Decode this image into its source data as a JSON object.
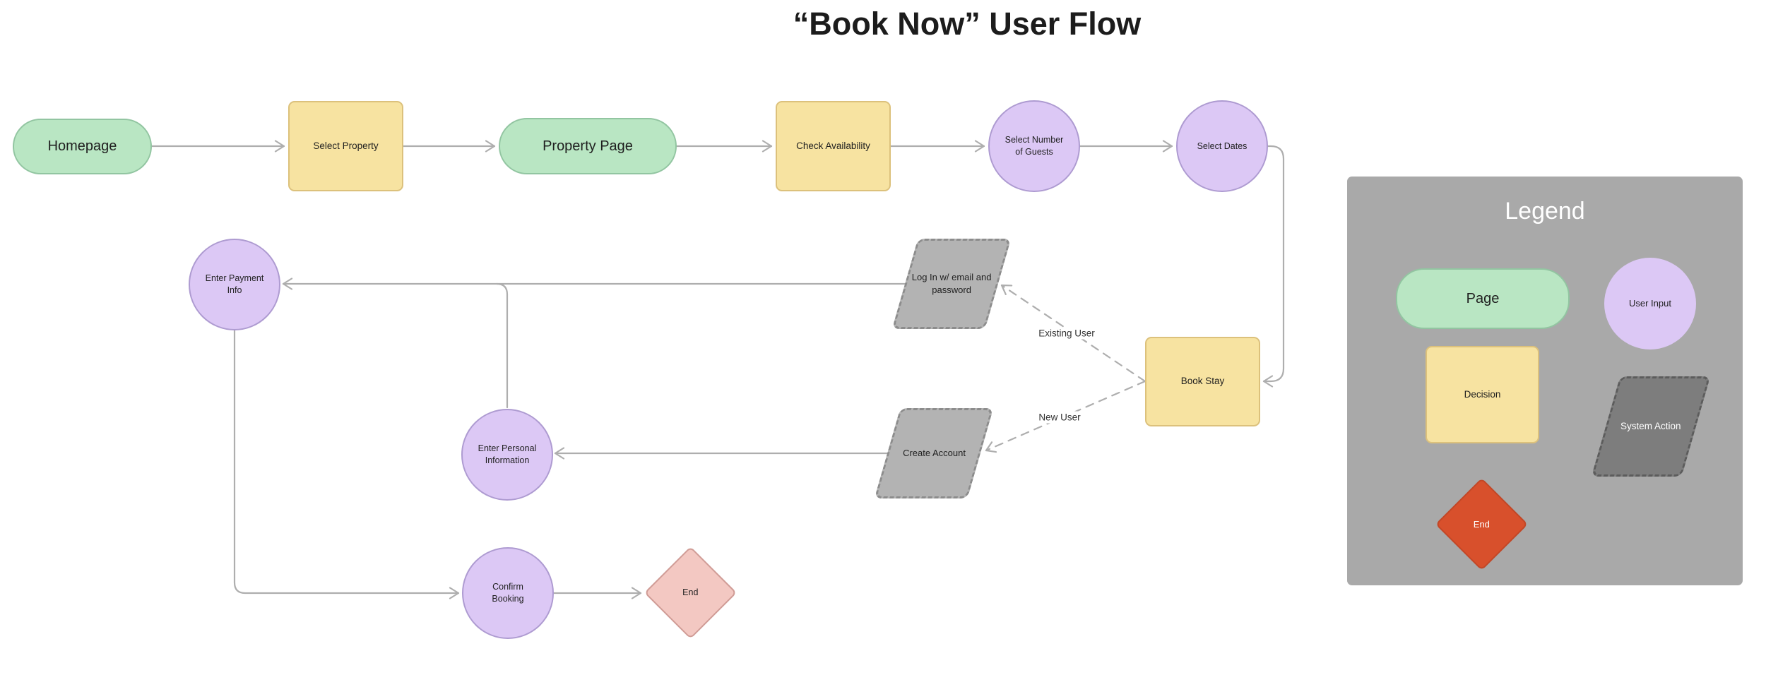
{
  "title": "“Book Now” User Flow",
  "nodes": {
    "homepage": {
      "label": "Homepage",
      "type": "page"
    },
    "select_property": {
      "label": "Select Property",
      "type": "decision"
    },
    "property_page": {
      "label": "Property Page",
      "type": "page"
    },
    "check_availability": {
      "label": "Check Availability",
      "type": "decision"
    },
    "select_guests": {
      "label": "Select Number of Guests",
      "type": "user-input"
    },
    "select_dates": {
      "label": "Select Dates",
      "type": "user-input"
    },
    "book_stay": {
      "label": "Book Stay",
      "type": "decision"
    },
    "log_in": {
      "label": "Log In w/ email and password",
      "type": "system-action"
    },
    "create_account": {
      "label": "Create Account",
      "type": "system-action"
    },
    "enter_payment": {
      "label": "Enter Payment Info",
      "type": "user-input"
    },
    "enter_personal": {
      "label": "Enter Personal Information",
      "type": "user-input"
    },
    "confirm_booking": {
      "label": "Confirm Booking",
      "type": "user-input"
    },
    "end": {
      "label": "End",
      "type": "end"
    }
  },
  "edge_labels": {
    "existing_user": "Existing User",
    "new_user": "New User"
  },
  "legend": {
    "title": "Legend",
    "page": "Page",
    "user_input": "User Input",
    "decision": "Decision",
    "system_action": "System Action",
    "end": "End"
  },
  "colors": {
    "page_fill": "#b9e6c3",
    "page_border": "#92c5a1",
    "decision_fill": "#f7e3a1",
    "decision_border": "#dcc17c",
    "user_input_fill": "#dcc8f5",
    "user_input_border": "#ae9bd1",
    "system_fill": "#b3b3b3",
    "system_border": "#8c8c8c",
    "end_flow_fill": "#f3c8c2",
    "end_flow_border": "#d09c96",
    "legend_bg": "#a9a9a9",
    "legend_system_fill": "#7d7d7d",
    "legend_system_border": "#5c5c5c",
    "legend_end_fill": "#d8502c",
    "legend_end_border": "#c24727",
    "connector": "#aeaeae",
    "text_dark": "#1f1f1f",
    "text_light": "#ffffff"
  }
}
